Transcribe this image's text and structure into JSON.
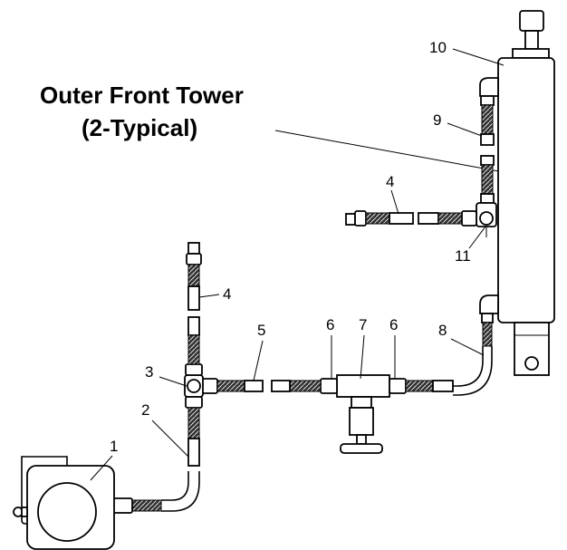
{
  "diagram": {
    "title_line1": "Outer Front Tower",
    "title_line2": "(2-Typical)",
    "callouts": {
      "c1": "1",
      "c2": "2",
      "c3": "3",
      "c4a": "4",
      "c4b": "4",
      "c5": "5",
      "c6a": "6",
      "c6b": "6",
      "c7": "7",
      "c8": "8",
      "c9": "9",
      "c10": "10",
      "c11": "11"
    }
  }
}
